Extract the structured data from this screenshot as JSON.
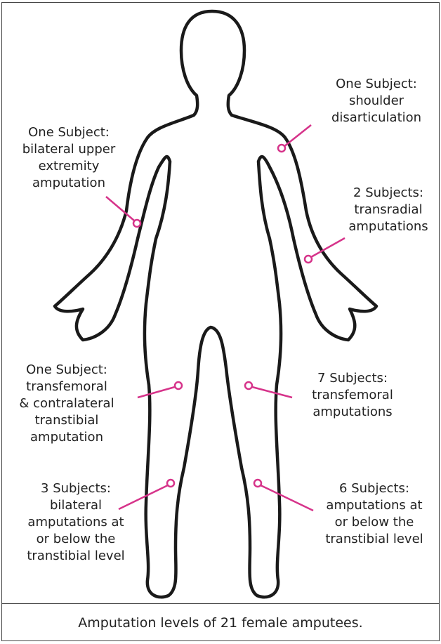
{
  "caption": "Amputation levels of 21 female amputees.",
  "colors": {
    "accent": "#d6338a",
    "outline": "#1a1a1a",
    "border": "#444444"
  },
  "annotations": [
    {
      "id": "shoulder",
      "lines": [
        "One Subject:",
        "shoulder",
        "disarticulation"
      ]
    },
    {
      "id": "bilateral-upper",
      "lines": [
        "One Subject:",
        "bilateral upper",
        "extremity",
        "amputation"
      ]
    },
    {
      "id": "transradial",
      "lines": [
        "2 Subjects:",
        "transradial",
        "amputations"
      ]
    },
    {
      "id": "transfemoral-contra",
      "lines": [
        "One Subject:",
        "transfemoral",
        "& contralateral",
        "transtibial",
        "amputation"
      ]
    },
    {
      "id": "transfemoral",
      "lines": [
        "7 Subjects:",
        "transfemoral",
        "amputations"
      ]
    },
    {
      "id": "bilateral-transtibial",
      "lines": [
        "3 Subjects:",
        "bilateral",
        "amputations at",
        "or below the",
        "transtibial level"
      ]
    },
    {
      "id": "transtibial",
      "lines": [
        "6 Subjects:",
        "amputations at",
        "or below the",
        "transtibial level"
      ]
    }
  ]
}
